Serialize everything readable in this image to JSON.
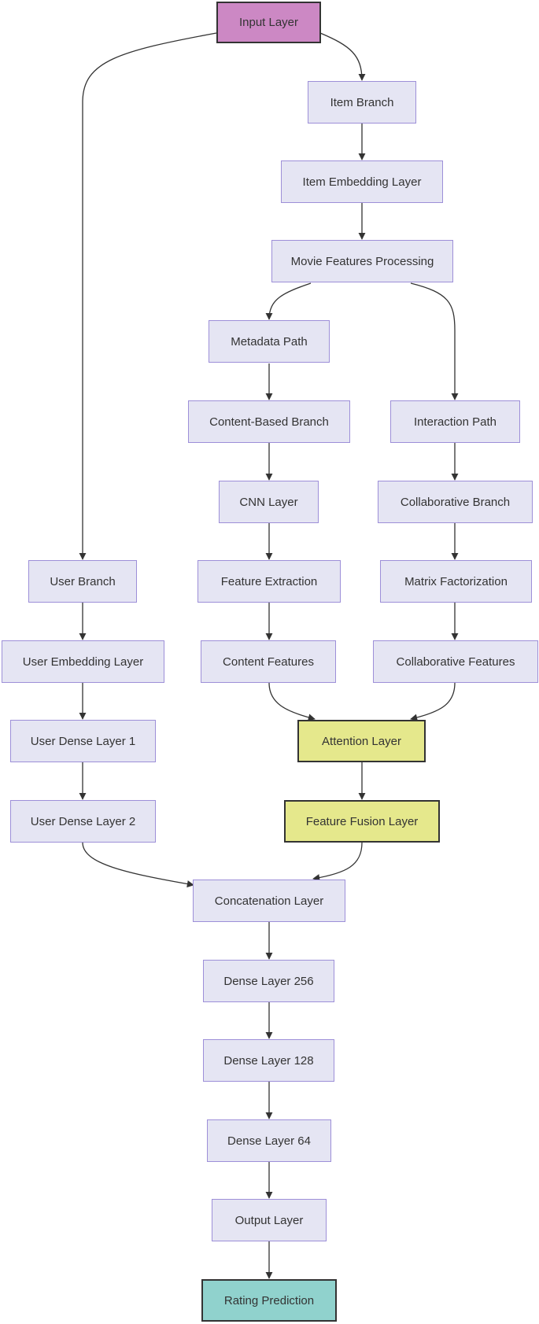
{
  "colors": {
    "default_fill": "#e5e5f3",
    "default_border": "#9d8fd8",
    "input_fill": "#cc88c4",
    "highlight_fill": "#e5e88c",
    "output_fill": "#90d2cd",
    "edge": "#333333"
  },
  "nodes": {
    "input_layer": "Input Layer",
    "item_branch": "Item Branch",
    "item_embedding_layer": "Item Embedding Layer",
    "movie_features_processing": "Movie Features Processing",
    "metadata_path": "Metadata Path",
    "content_based_branch": "Content-Based Branch",
    "interaction_path": "Interaction Path",
    "cnn_layer": "CNN Layer",
    "collaborative_branch": "Collaborative Branch",
    "user_branch": "User Branch",
    "feature_extraction": "Feature Extraction",
    "matrix_factorization": "Matrix Factorization",
    "user_embedding_layer": "User Embedding Layer",
    "content_features": "Content Features",
    "collaborative_features": "Collaborative Features",
    "user_dense_layer_1": "User Dense Layer 1",
    "attention_layer": "Attention Layer",
    "user_dense_layer_2": "User Dense Layer 2",
    "feature_fusion_layer": "Feature Fusion Layer",
    "concatenation_layer": "Concatenation Layer",
    "dense_layer_256": "Dense Layer 256",
    "dense_layer_128": "Dense Layer 128",
    "dense_layer_64": "Dense Layer 64",
    "output_layer": "Output Layer",
    "rating_prediction": "Rating Prediction"
  },
  "edges": [
    [
      "input_layer",
      "item_branch"
    ],
    [
      "input_layer",
      "user_branch"
    ],
    [
      "item_branch",
      "item_embedding_layer"
    ],
    [
      "item_embedding_layer",
      "movie_features_processing"
    ],
    [
      "movie_features_processing",
      "metadata_path"
    ],
    [
      "movie_features_processing",
      "interaction_path"
    ],
    [
      "metadata_path",
      "content_based_branch"
    ],
    [
      "content_based_branch",
      "cnn_layer"
    ],
    [
      "cnn_layer",
      "feature_extraction"
    ],
    [
      "feature_extraction",
      "content_features"
    ],
    [
      "interaction_path",
      "collaborative_branch"
    ],
    [
      "collaborative_branch",
      "matrix_factorization"
    ],
    [
      "matrix_factorization",
      "collaborative_features"
    ],
    [
      "content_features",
      "attention_layer"
    ],
    [
      "collaborative_features",
      "attention_layer"
    ],
    [
      "attention_layer",
      "feature_fusion_layer"
    ],
    [
      "user_branch",
      "user_embedding_layer"
    ],
    [
      "user_embedding_layer",
      "user_dense_layer_1"
    ],
    [
      "user_dense_layer_1",
      "user_dense_layer_2"
    ],
    [
      "user_dense_layer_2",
      "concatenation_layer"
    ],
    [
      "feature_fusion_layer",
      "concatenation_layer"
    ],
    [
      "concatenation_layer",
      "dense_layer_256"
    ],
    [
      "dense_layer_256",
      "dense_layer_128"
    ],
    [
      "dense_layer_128",
      "dense_layer_64"
    ],
    [
      "dense_layer_64",
      "output_layer"
    ],
    [
      "output_layer",
      "rating_prediction"
    ]
  ]
}
